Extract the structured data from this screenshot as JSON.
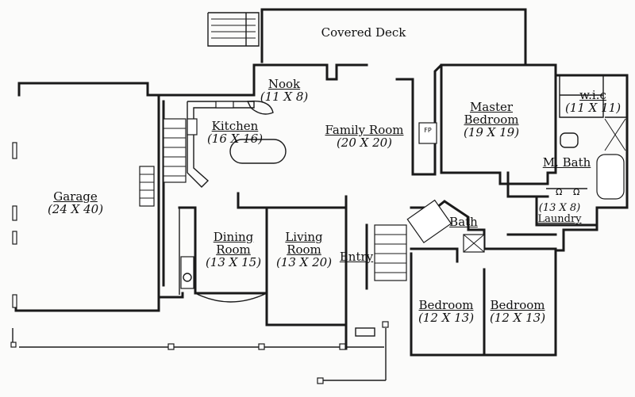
{
  "rooms": {
    "covered_deck": {
      "name": "Covered Deck"
    },
    "nook": {
      "name": "Nook",
      "size": "(11 X 8)"
    },
    "kitchen": {
      "name": "Kitchen",
      "size": "(16 X 16)"
    },
    "family_room": {
      "name": "Family Room",
      "size": "(20 X 20)"
    },
    "master_bedroom": {
      "name_line1": "Master",
      "name_line2": "Bedroom",
      "size": "(19 X 19)"
    },
    "wic": {
      "name": "w.i.c",
      "size": "(11 X 11)"
    },
    "m_bath": {
      "name": "M. Bath"
    },
    "laundry": {
      "size": "(13 X 8)",
      "name": "Laundry"
    },
    "garage": {
      "name": "Garage",
      "size": "(24 X 40)"
    },
    "dining_room": {
      "name_line1": "Dining",
      "name_line2": "Room",
      "size": "(13 X 15)"
    },
    "living_room": {
      "name_line1": "Living",
      "name_line2": "Room",
      "size": "(13 X 20)"
    },
    "entry": {
      "name": "Entry"
    },
    "bath": {
      "name": "Bath"
    },
    "bedroom_1": {
      "name": "Bedroom",
      "size": "(12 X 13)"
    },
    "bedroom_2": {
      "name": "Bedroom",
      "size": "(12 X 13)"
    }
  },
  "fixtures": {
    "fireplace_label": "FP"
  }
}
